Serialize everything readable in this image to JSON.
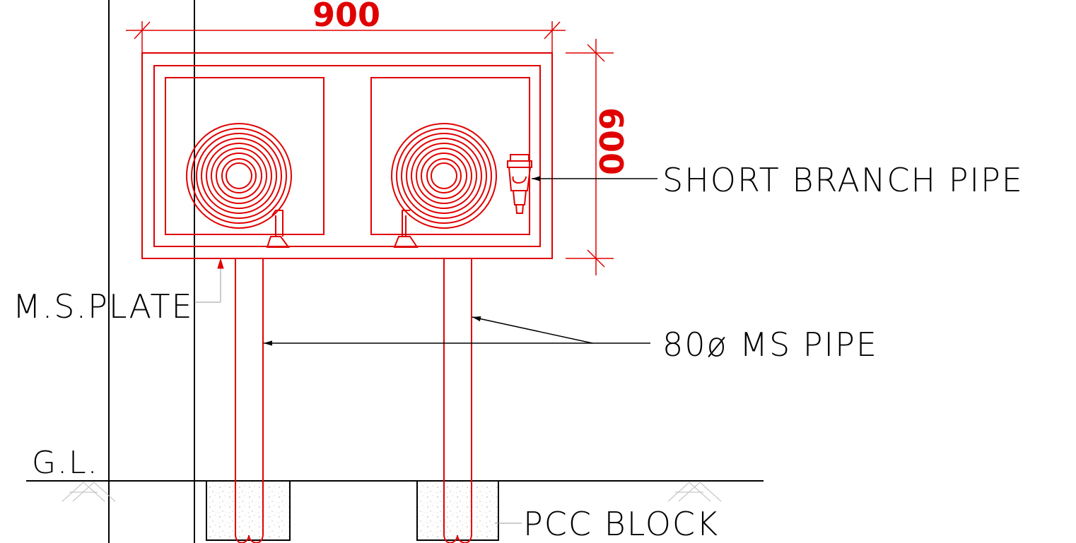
{
  "colors": {
    "drawing_red": "#e00000",
    "line_black": "#000000",
    "background": "#ffffff"
  },
  "dimensions": {
    "width_label": "900",
    "height_label": "600"
  },
  "labels": {
    "short_branch_pipe": "SHORT BRANCH PIPE",
    "ms_plate": "M.S.PLATE",
    "ms_pipe": "80ø MS PIPE",
    "ground_level": "G.L.",
    "pcc_block": "PCC BLOCK"
  },
  "icons": {
    "hose_reel": "hose-reel-icon",
    "branch_pipe_nozzle": "nozzle-icon"
  }
}
